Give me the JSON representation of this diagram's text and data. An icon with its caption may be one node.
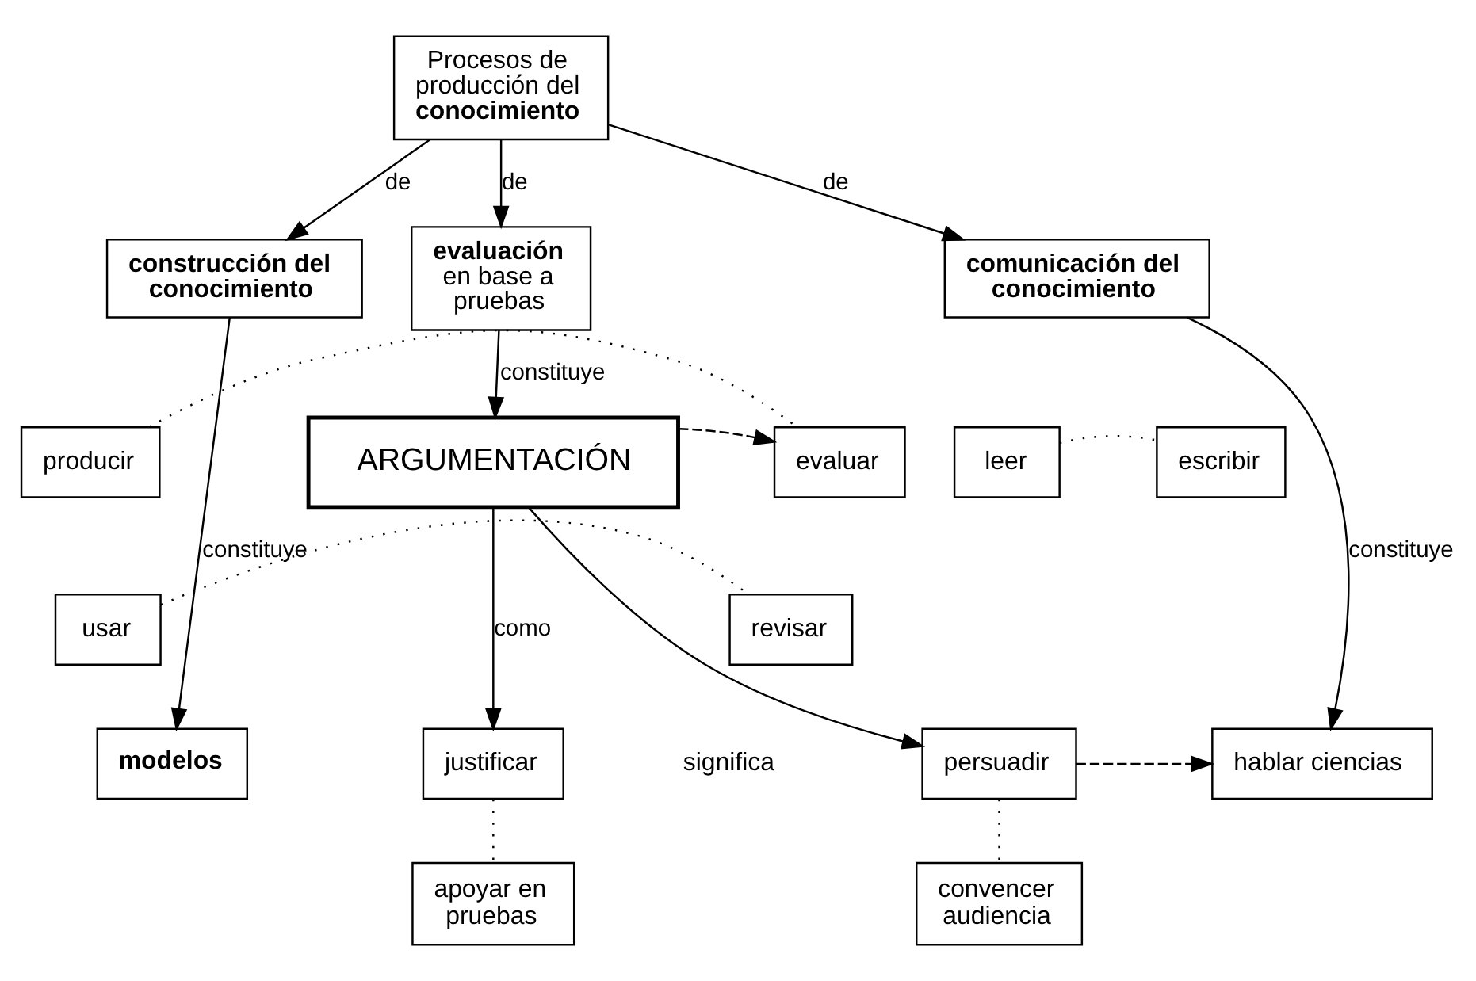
{
  "diagram": {
    "nodes": [
      {
        "text": [
          "Procesos de producción del **conocimiento**"
        ]
      },
      {
        "text": [
          "construcción del conocimiento"
        ]
      },
      {
        "text": [
          "**evaluación** en base a pruebas"
        ]
      },
      {
        "text": [
          "comunicación del conocimiento"
        ]
      },
      {
        "text": [
          "producir"
        ]
      },
      {
        "text": [
          "evaluar"
        ]
      },
      {
        "text": [
          "ARGUMENTACIÓN"
        ]
      },
      {
        "text": [
          "leer"
        ]
      },
      {
        "text": [
          "escribir"
        ]
      },
      {
        "text": [
          "usar"
        ]
      },
      {
        "text": [
          "revisar"
        ]
      },
      {
        "text": [
          "justificar"
        ]
      },
      {
        "text": [
          "persuadir"
        ]
      },
      {
        "text": [
          "hablar ciencias"
        ]
      },
      {
        "text": [
          "modelos"
        ]
      },
      {
        "text": [
          "apoyar en pruebas"
        ]
      },
      {
        "text": [
          "convencer audiencia"
        ]
      }
    ],
    "edges": [
      {
        "from": 0,
        "to": 1,
        "arrow": "to",
        "label": "de"
      },
      {
        "from": 0,
        "to": 2,
        "arrow": "to",
        "label": "de"
      },
      {
        "from": 0,
        "to": 3,
        "arrow": "to",
        "label": "de"
      },
      {
        "from": 1,
        "to": 14,
        "arrow": "to",
        "label": "constituye"
      },
      {
        "from": 2,
        "to": 6,
        "arrow": "to",
        "label": "constituye"
      },
      {
        "from": 3,
        "to": 13,
        "arrow": "to",
        "label": "constituye"
      },
      {
        "from": 6,
        "to": 5,
        "arrow": "to",
        "style": "dashed"
      },
      {
        "from": 4,
        "to": 5,
        "arrow": "none",
        "style": "dashed"
      },
      {
        "from": 7,
        "to": 8,
        "arrow": "none",
        "style": "dashed"
      },
      {
        "from": 9,
        "to": 10,
        "arrow": "none",
        "style": "dashed"
      },
      {
        "from": 6,
        "to": 11,
        "arrow": "to",
        "label": "como"
      },
      {
        "from": 6,
        "to": 12,
        "arrow": "to"
      },
      {
        "from": 12,
        "to": 13,
        "arrow": "to",
        "style": "dashed"
      },
      {
        "from": 11,
        "to": 15,
        "arrow": "none",
        "style": "dashed"
      },
      {
        "from": 12,
        "to": 16,
        "arrow": "none",
        "style": "dashed"
      }
    ],
    "labels": [
      "significa"
    ]
  }
}
